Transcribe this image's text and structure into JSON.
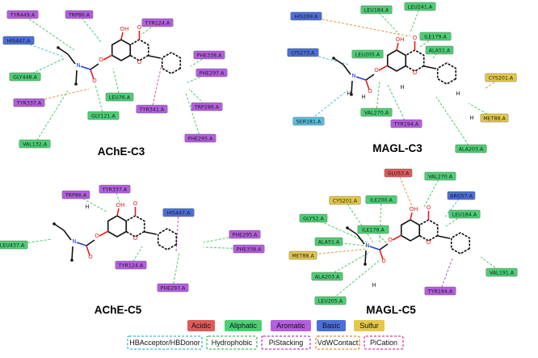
{
  "panels": [
    {
      "title": "AChE-C3",
      "residues": [
        {
          "label": "TYR449.A",
          "type": "aromatic"
        },
        {
          "label": "TRP86.A",
          "type": "aromatic"
        },
        {
          "label": "TYR124.A",
          "type": "aromatic"
        },
        {
          "label": "HIS447.A",
          "type": "basic"
        },
        {
          "label": "PHE338.A",
          "type": "aromatic"
        },
        {
          "label": "PHE297.A",
          "type": "aromatic"
        },
        {
          "label": "GLY448.A",
          "type": "aliphatic"
        },
        {
          "label": "TYR337.A",
          "type": "aromatic"
        },
        {
          "label": "LEU76.A",
          "type": "aliphatic"
        },
        {
          "label": "TYR341.A",
          "type": "aromatic"
        },
        {
          "label": "TRP286.A",
          "type": "aromatic"
        },
        {
          "label": "GLY121.A",
          "type": "aliphatic"
        },
        {
          "label": "PHE295.A",
          "type": "aromatic"
        },
        {
          "label": "VAL132.A",
          "type": "aliphatic"
        }
      ]
    },
    {
      "title": "MAGL-C3",
      "residues": [
        {
          "label": "LEU184.A",
          "type": "aliphatic"
        },
        {
          "label": "LEU241.A",
          "type": "aliphatic"
        },
        {
          "label": "HIS269.A",
          "type": "basic"
        },
        {
          "label": "ILE179.A",
          "type": "aliphatic"
        },
        {
          "label": "LYS273.A",
          "type": "basic"
        },
        {
          "label": "LEU205.A",
          "type": "aliphatic"
        },
        {
          "label": "ALA51.A",
          "type": "aliphatic"
        },
        {
          "label": "CYS201.A",
          "type": "sulfur"
        },
        {
          "label": "VAL270.A",
          "type": "aliphatic"
        },
        {
          "label": "MET88.A",
          "type": "sulfur"
        },
        {
          "label": "SER181.A",
          "type": "polar"
        },
        {
          "label": "TYR194.A",
          "type": "aromatic"
        },
        {
          "label": "ALA203.A",
          "type": "aliphatic"
        }
      ]
    },
    {
      "title": "AChE-C5",
      "residues": [
        {
          "label": "TRP86.A",
          "type": "aromatic"
        },
        {
          "label": "TYR337.A",
          "type": "aromatic"
        },
        {
          "label": "HIS447.A",
          "type": "basic"
        },
        {
          "label": "PHE295.A",
          "type": "aromatic"
        },
        {
          "label": "LEU437.A",
          "type": "aliphatic"
        },
        {
          "label": "PHE338.A",
          "type": "aromatic"
        },
        {
          "label": "TYR124.A",
          "type": "aromatic"
        },
        {
          "label": "PHE297.A",
          "type": "aromatic"
        }
      ]
    },
    {
      "title": "MAGL-C5",
      "residues": [
        {
          "label": "GLU53.A",
          "type": "acidic"
        },
        {
          "label": "VAL270.A",
          "type": "aliphatic"
        },
        {
          "label": "CYS201.A",
          "type": "sulfur"
        },
        {
          "label": "ILE200.A",
          "type": "aliphatic"
        },
        {
          "label": "ARG57.A",
          "type": "basic"
        },
        {
          "label": "GLY52.A",
          "type": "aliphatic"
        },
        {
          "label": "LEU184.A",
          "type": "aliphatic"
        },
        {
          "label": "ILE179.A",
          "type": "aliphatic"
        },
        {
          "label": "ALA51.A",
          "type": "aliphatic"
        },
        {
          "label": "MET88.A",
          "type": "sulfur"
        },
        {
          "label": "ALA203.A",
          "type": "aliphatic"
        },
        {
          "label": "LEU205.A",
          "type": "aliphatic"
        },
        {
          "label": "TYR194.A",
          "type": "aromatic"
        },
        {
          "label": "VAL191.A",
          "type": "aliphatic"
        }
      ]
    }
  ],
  "atom_labels": {
    "oh": "OH",
    "o": "O",
    "n": "N",
    "h": "H"
  },
  "legend": {
    "residue_types": [
      {
        "label": "Acidic",
        "color": "#e05a5a"
      },
      {
        "label": "Aliphatic",
        "color": "#4ccf74"
      },
      {
        "label": "Aromatic",
        "color": "#b45ee0"
      },
      {
        "label": "Basic",
        "color": "#4b6fd8"
      },
      {
        "label": "Sulfur",
        "color": "#e3c84a"
      }
    ],
    "interactions": [
      {
        "label": "HBAcceptor/HBDonor",
        "color": "#3fb7d6"
      },
      {
        "label": "Hydrophobic",
        "color": "#38c45c"
      },
      {
        "label": "PiStacking",
        "color": "#b13fd1"
      },
      {
        "label": "VdWContact",
        "color": "#e08a2a"
      },
      {
        "label": "PiCation",
        "color": "#d43fa0"
      }
    ]
  },
  "colors": {
    "acidic": "#e05a5a",
    "aliphatic": "#4ccf74",
    "aromatic": "#b45ee0",
    "basic": "#4b6fd8",
    "sulfur": "#e3c84a",
    "polar": "#5bbde0",
    "oxygen": "#e02020",
    "nitrogen": "#2040d0",
    "bond": "#111111"
  }
}
